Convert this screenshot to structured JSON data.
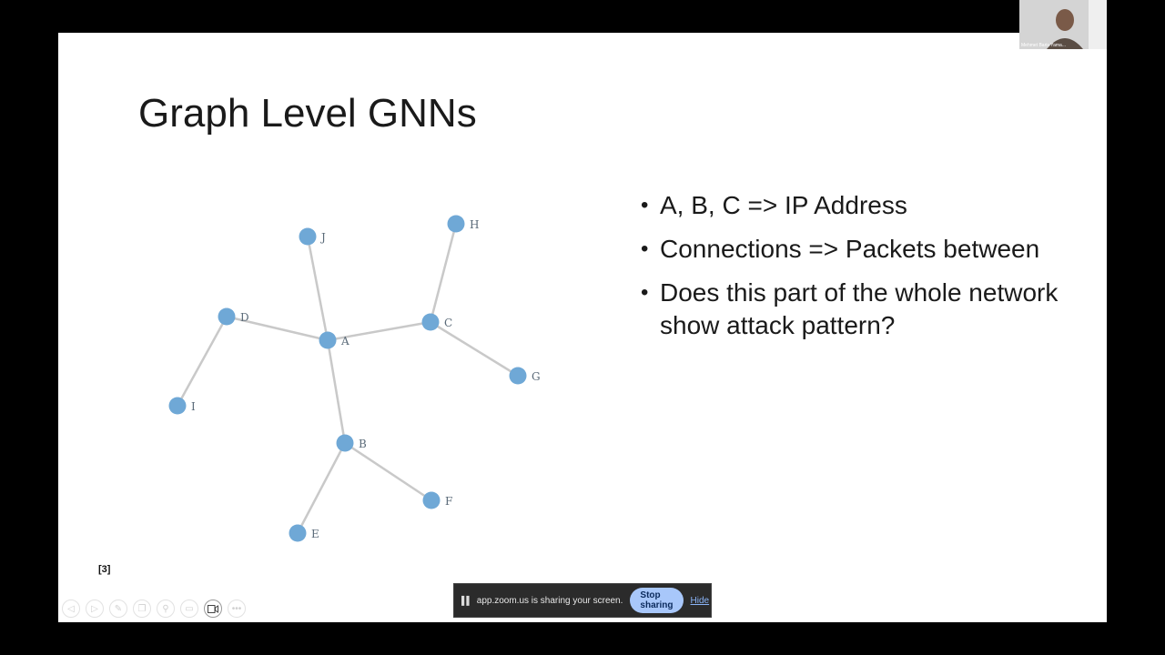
{
  "slide": {
    "title": "Graph Level GNNs",
    "bullets": [
      "A, B, C => IP Address",
      "Connections => Packets between",
      "Does this part of the whole network show attack pattern?"
    ],
    "citation": "[3]"
  },
  "graph": {
    "node_color": "#6fa8d6",
    "edge_color": "#c9c9c9",
    "nodes": [
      "J",
      "H",
      "D",
      "A",
      "C",
      "G",
      "I",
      "B",
      "F",
      "E"
    ],
    "edges": [
      [
        "J",
        "A"
      ],
      [
        "D",
        "A"
      ],
      [
        "A",
        "C"
      ],
      [
        "A",
        "B"
      ],
      [
        "C",
        "H"
      ],
      [
        "C",
        "G"
      ],
      [
        "D",
        "I"
      ],
      [
        "B",
        "E"
      ],
      [
        "B",
        "F"
      ]
    ]
  },
  "zoom_share_bar": {
    "message": "app.zoom.us is sharing your screen.",
    "stop_label": "Stop sharing",
    "hide_label": "Hide"
  },
  "webcam": {
    "participant_name": "Mehmet Baris Yama..."
  },
  "toolbar": {
    "icons": [
      "prev-icon",
      "next-icon",
      "pen-icon",
      "copy-icon",
      "zoom-icon",
      "subtitle-icon",
      "camera-icon",
      "more-icon"
    ]
  }
}
